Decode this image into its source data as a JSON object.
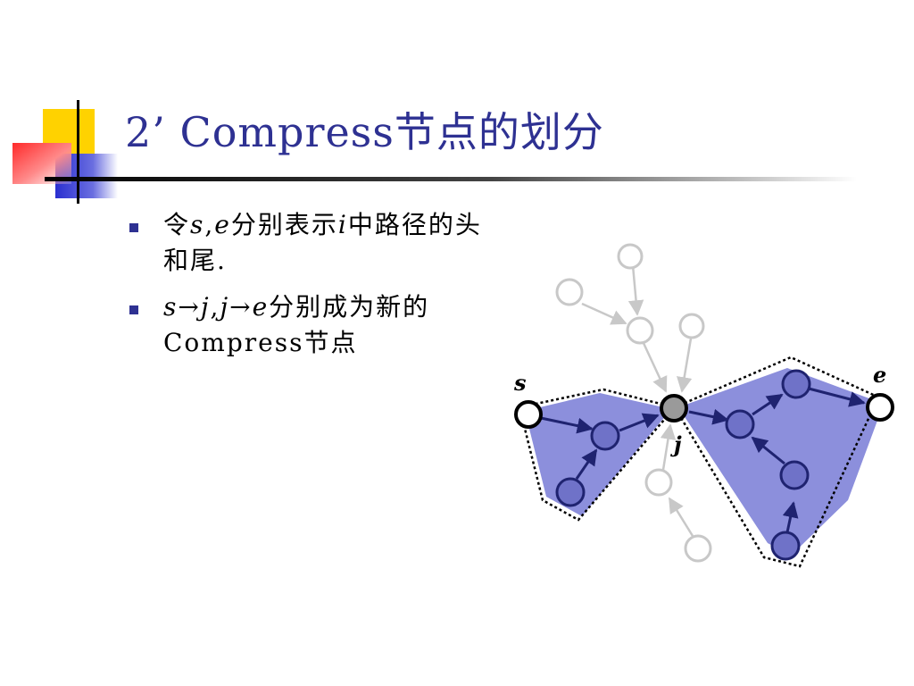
{
  "title": "2’ Compress节点的划分",
  "bullets": [
    {
      "parts": [
        "令",
        "s",
        ",",
        "e",
        "分别表示",
        "i",
        "中路径的头和尾."
      ]
    },
    {
      "parts": [
        "s",
        "→",
        "j",
        ",",
        "j",
        "→",
        "e",
        "分别成为新的Compress节点"
      ]
    }
  ],
  "diagram": {
    "labels": {
      "s": "s",
      "e": "e",
      "j": "j"
    }
  },
  "colors": {
    "title": "#2e3192",
    "region": "#8c8fdc",
    "node_blue": "#6f72c8",
    "edge_blue": "#1f2370",
    "node_gray": "#c8c8c8"
  }
}
